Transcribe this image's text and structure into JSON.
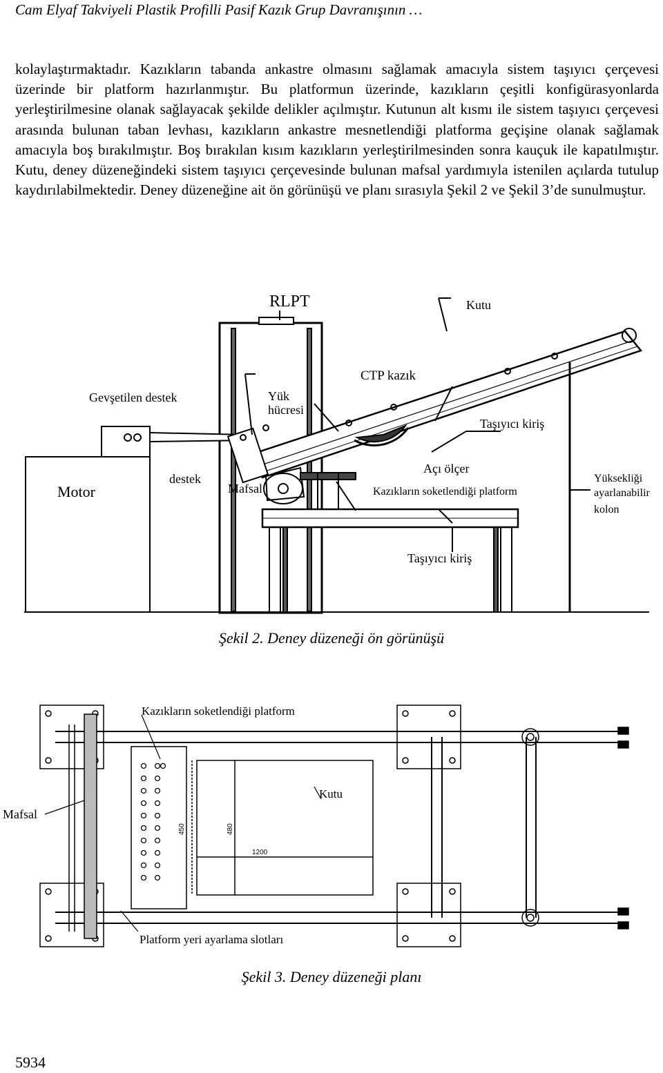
{
  "header": {
    "running_title": "Cam Elyaf Takviyeli Plastik Profilli Pasif Kazık Grup Davranışının …"
  },
  "body": {
    "paragraph": "kolaylaştırmaktadır. Kazıkların tabanda ankastre olmasını sağlamak amacıyla sistem taşıyıcı çerçevesi üzerinde bir platform hazırlanmıştır. Bu platformun üzerinde, kazıkların çeşitli konfigürasyonlarda yerleştirilmesine olanak sağlayacak şekilde delikler açılmıştır. Kutunun alt kısmı ile sistem taşıyıcı çerçevesi arasında bulunan taban levhası, kazıkların ankastre mesnetlendiği platforma geçişine olanak sağlamak amacıyla boş bırakılmıştır. Boş bırakılan kısım kazıkların yerleştirilmesinden sonra kauçuk ile kapatılmıştır. Kutu, deney düzeneğindeki sistem taşıyıcı çerçevesinde bulunan mafsal yardımıyla istenilen açılarda tutulup kaydırılabilmektedir. Deney düzeneğine ait ön görünüşü ve planı sırasıyla Şekil 2 ve Şekil 3’de sunulmuştur."
  },
  "figure2": {
    "caption": "Şekil 2. Deney düzeneği ön görünüşü",
    "labels": {
      "rlpt": "RLPT",
      "kutu": "Kutu",
      "ctp_kazik": "CTP kazık",
      "gevsetilen_destek": "Gevşetilen destek",
      "yuk_hucresi_1": "Yük",
      "yuk_hucresi_2": "hücresi",
      "tasiyici_kiris_top": "Taşıyıcı kiriş",
      "motor": "Motor",
      "destek": "destek",
      "mafsal": "Mafsal",
      "aci_olcer": "Açı ölçer",
      "platform": "Kazıkların soketlendiği platform",
      "yukseklik_1": "Yüksekliği",
      "yukseklik_2": "ayarlanabilir",
      "yukseklik_3": "kolon",
      "tasiyici_kiris_bottom": "Taşıyıcı kiriş"
    }
  },
  "figure3": {
    "caption": "Şekil 3. Deney düzeneği planı",
    "labels": {
      "platform": "Kazıkların soketlendiği platform",
      "kutu": "Kutu",
      "mafsal": "Mafsal",
      "slotlar": "Platform yeri ayarlama slotları",
      "dim_450": "450",
      "dim_480": "480",
      "dim_1200": "1200"
    }
  },
  "footer": {
    "page_number": "5934"
  }
}
